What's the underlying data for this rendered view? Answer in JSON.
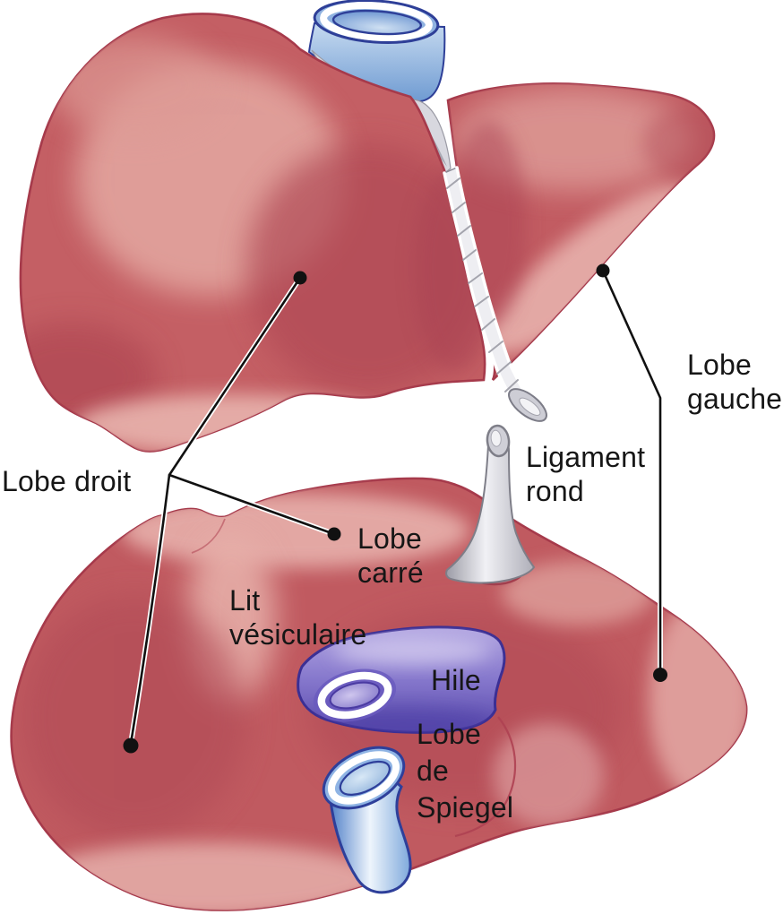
{
  "labels": {
    "lobe_droit": {
      "lines": [
        "Lobe droit"
      ]
    },
    "lobe_gauche": {
      "lines": [
        "Lobe",
        "gauche"
      ]
    },
    "ligament_rond": {
      "lines": [
        "Ligament",
        "rond"
      ]
    },
    "lobe_carre": {
      "lines": [
        "Lobe",
        "carré"
      ]
    },
    "lit_vesiculaire": {
      "lines": [
        "Lit",
        "vésiculaire"
      ]
    },
    "hile": {
      "lines": [
        "Hile"
      ]
    },
    "lobe_de_spiegel": {
      "lines": [
        "Lobe",
        "de",
        "Spiegel"
      ]
    }
  },
  "colors": {
    "background": "#ffffff",
    "label_text": "#161616",
    "leader_line": "#111111",
    "liver_base": "#c25c62",
    "liver_highlight": "#e8b0aa",
    "liver_outline": "#a63a4b",
    "vein_blue": "#7fa9dc",
    "vein_outline": "#2e3f98",
    "ligament_gray": "#d9d9e0",
    "ligament_outline": "#7e7e88",
    "hilum_purple": "#8577cc",
    "hilum_outline": "#3b2f94"
  }
}
